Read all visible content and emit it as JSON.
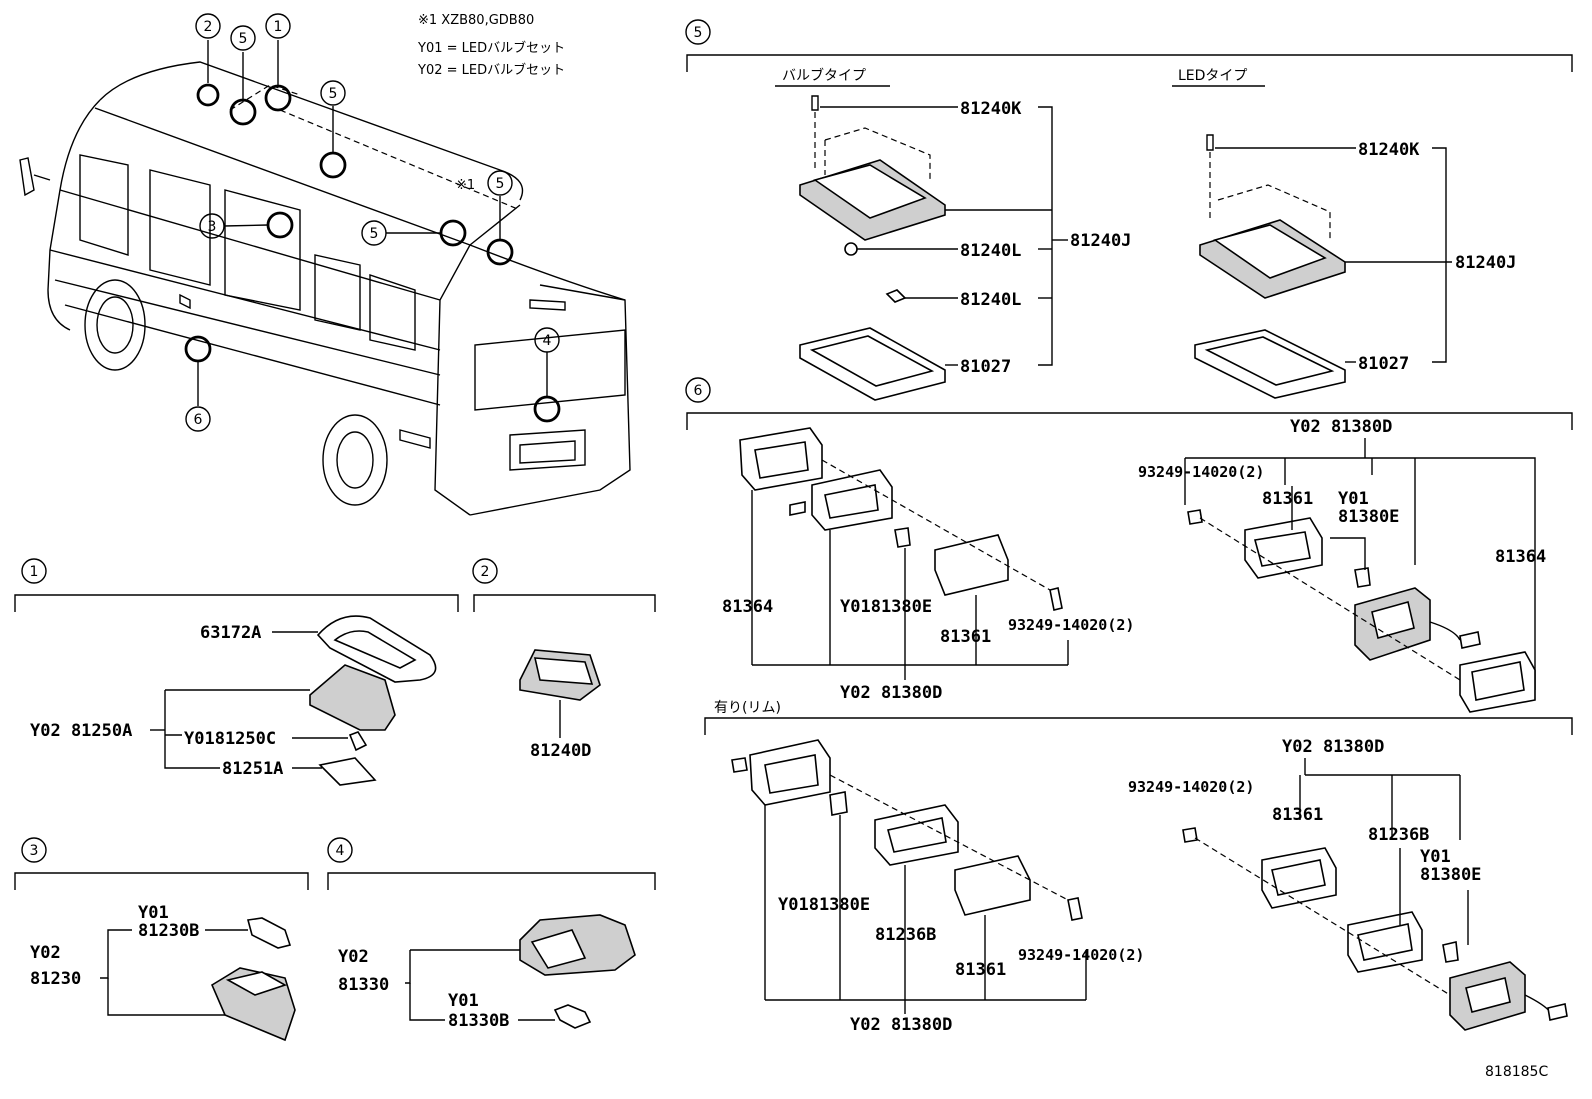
{
  "notes": {
    "model_note": "※1 XZB80,GDB80",
    "y01": "Y01 = LEDバルブセット",
    "y02": "Y02 = LEDバルブセット",
    "marker1": "※1"
  },
  "callouts": [
    "1",
    "2",
    "3",
    "4",
    "5",
    "6"
  ],
  "sec5": {
    "bulb_type": "バルブタイプ",
    "led_type": "LEDタイプ",
    "bulb_parts": [
      "81240K",
      "81240L",
      "81240L",
      "81027",
      "81240J"
    ],
    "led_parts": [
      "81240K",
      "81240J",
      "81027"
    ]
  },
  "sec6": {
    "tr_parent": "Y02 81380D",
    "tr_screw": "93249-14020(2)",
    "tr_lens": "81361",
    "tr_y01": "Y01",
    "tr_bulb": "81380E",
    "tr_gasket": "81364",
    "tl_gasket": "81364",
    "tl_bulb": "Y0181380E",
    "tl_lens": "81361",
    "tl_screw": "93249-14020(2)",
    "tl_parent": "Y02 81380D",
    "rim_label": "有り(リム)",
    "br_parent": "Y02 81380D",
    "br_screw": "93249-14020(2)",
    "br_lens": "81361",
    "br_rim": "81236B",
    "br_y01": "Y01",
    "br_bulb": "81380E",
    "bl_bulb": "Y0181380E",
    "bl_rim": "81236B",
    "bl_lens": "81361",
    "bl_screw": "93249-14020(2)",
    "bl_parent": "Y02 81380D"
  },
  "sec1": {
    "cover": "63172A",
    "parent": "Y02 81250A",
    "bulb": "Y0181250C",
    "bracket": "81251A"
  },
  "sec2": {
    "lamp": "81240D"
  },
  "sec3": {
    "y02": "Y02",
    "parent": "81230",
    "y01": "Y01",
    "bulb": "81230B"
  },
  "sec4": {
    "y02": "Y02",
    "parent": "81330",
    "y01": "Y01",
    "bulb": "81330B"
  },
  "diagram_id": "818185C"
}
